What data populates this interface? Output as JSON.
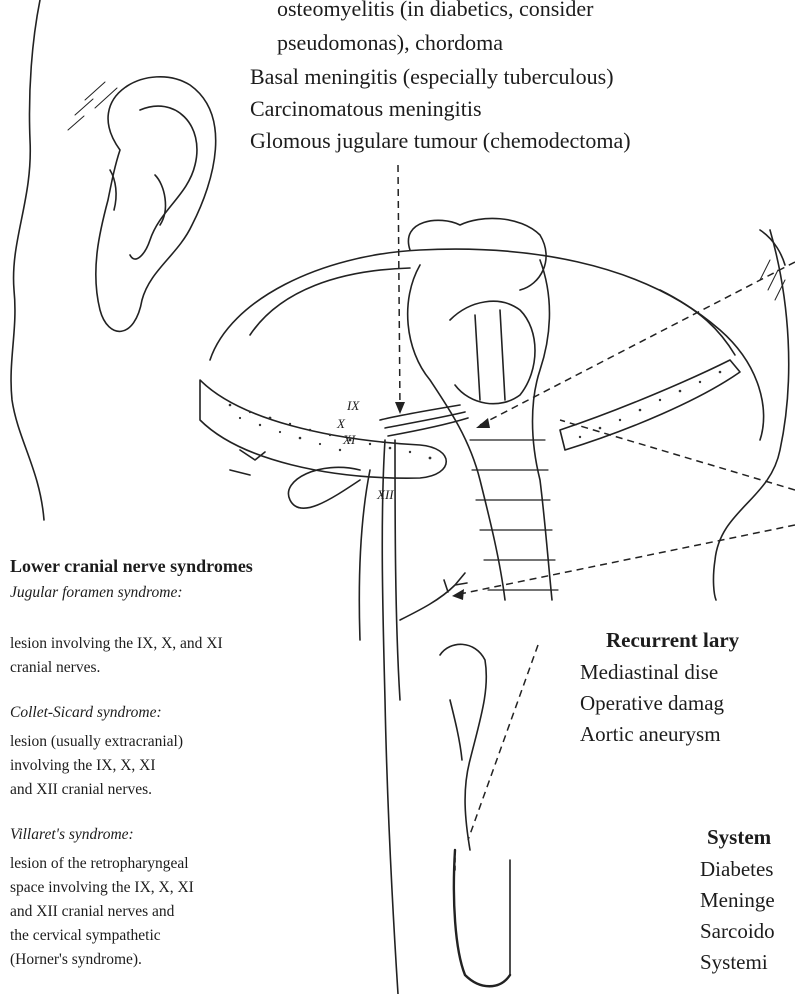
{
  "top_causes": {
    "lines": [
      "osteomyelitis (in diabetics, consider",
      "pseudomonas), chordoma",
      "Basal meningitis (especially tuberculous)",
      "Carcinomatous meningitis",
      "Glomous jugulare tumour (chemodectoma)"
    ]
  },
  "nerve_labels": [
    "IX",
    "X",
    "XI",
    "XII"
  ],
  "lower_cranial": {
    "heading": "Lower cranial nerve syndromes",
    "jugular": {
      "title": "Jugular foramen syndrome:",
      "lines": [
        "lesion involving the IX, X, and XI",
        "cranial nerves."
      ]
    },
    "collet": {
      "title": "Collet-Sicard syndrome:",
      "lines": [
        "lesion (usually extracranial)",
        "involving the IX, X, XI",
        "and XII cranial nerves."
      ]
    },
    "villaret": {
      "title": "Villaret's syndrome:",
      "lines": [
        "lesion of the retropharyngeal",
        "space involving the IX, X, XI",
        "and XII cranial nerves and",
        "the cervical sympathetic",
        "(Horner's syndrome)."
      ]
    }
  },
  "recurrent": {
    "heading": "Recurrent lary",
    "lines": [
      "Mediastinal dise",
      "Operative damag",
      "Aortic aneurysm"
    ]
  },
  "systemic": {
    "heading": "System",
    "lines": [
      "Diabetes",
      "Meninge",
      "Sarcoido",
      "Systemi"
    ]
  }
}
